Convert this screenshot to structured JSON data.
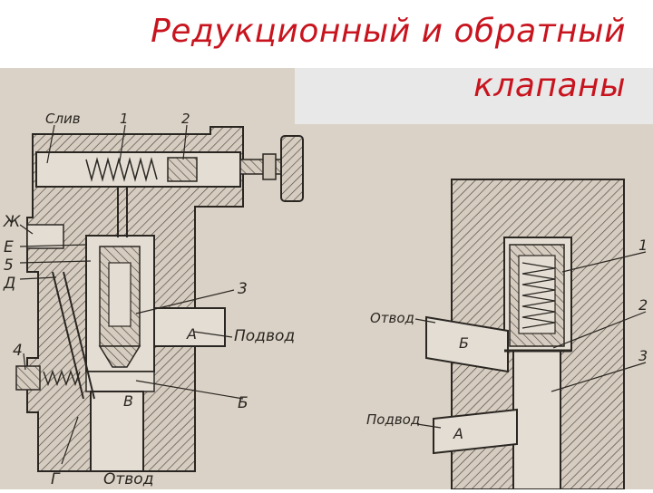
{
  "slide": {
    "title_line1": "Редукционный и обратный",
    "title_line2": "клапаны",
    "colors": {
      "title": "#c8141e",
      "paper": "#dad2c6",
      "ink": "#2a2622",
      "band": "#e6e6e6"
    }
  },
  "left_figure": {
    "labels": {
      "sliv": "Слив",
      "n1": "1",
      "n2": "2",
      "zh": "Ж",
      "e": "Е",
      "n5": "5",
      "d": "Д",
      "n3": "3",
      "a": "А",
      "podvod": "Подвод",
      "n4": "4",
      "b": "Б",
      "v": "В",
      "g": "Г",
      "otvod": "Отвод"
    }
  },
  "right_figure": {
    "labels": {
      "otvod": "Отвод",
      "b": "Б",
      "podvod": "Подвод",
      "a": "А",
      "n1": "1",
      "n2": "2",
      "n3": "3"
    }
  }
}
